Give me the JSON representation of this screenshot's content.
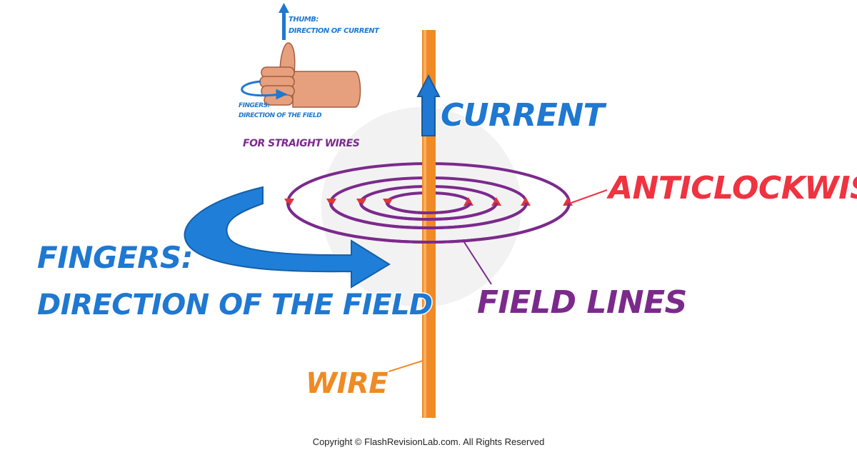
{
  "labels": {
    "current": "CURRENT",
    "anticlockwise": "ANTICLOCKWISE",
    "fingers_line1": "FINGERS:",
    "fingers_line2": "DIRECTION OF THE FIELD",
    "field_lines": "FIELD LINES",
    "wire": "WIRE",
    "thumb_line1": "THUMB:",
    "thumb_line2": "DIRECTION OF CURRENT",
    "hand_fingers_line1": "FINGERS:",
    "hand_fingers_line2": "DIRECTION OF THE FIELD",
    "straight_wires": "FOR STRAIGHT WIRES"
  },
  "footer": {
    "copyright": "Copyright © FlashRevisionLab.com. All Rights Reserved"
  },
  "colors": {
    "wire": "#f08a24",
    "current_blue": "#1f78d1",
    "field_purple": "#7b2a8c",
    "anticlockwise_red": "#ef3340",
    "arrow_red": "#e0353b",
    "skin": "#e6a07e"
  },
  "icons": {
    "hand": "thumbs-up-hand-icon",
    "curved_arrow": "curved-arrow-icon",
    "current_arrow": "up-arrow-icon"
  }
}
